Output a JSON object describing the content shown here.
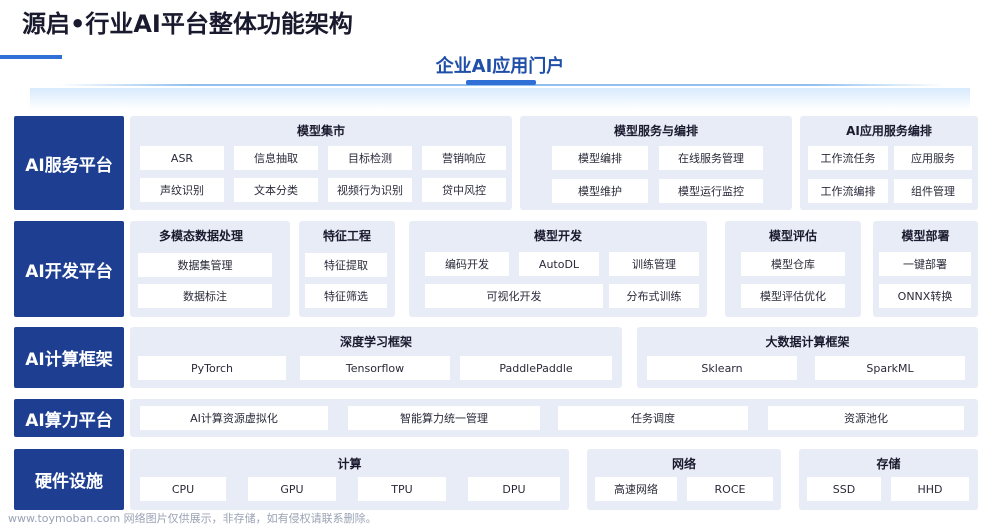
{
  "header": {
    "title": "源启•行业AI平台整体功能架构",
    "portal": "企业AI应用门户"
  },
  "layers": {
    "service": {
      "label": "AI服务平台",
      "market": {
        "title": "模型集市",
        "items": [
          "ASR",
          "信息抽取",
          "目标检测",
          "营销响应",
          "声纹识别",
          "文本分类",
          "视频行为识别",
          "贷中风控"
        ]
      },
      "model_service": {
        "title": "模型服务与编排",
        "items": [
          "模型编排",
          "在线服务管理",
          "模型维护",
          "模型运行监控"
        ]
      },
      "app_service": {
        "title": "AI应用服务编排",
        "items": [
          "工作流任务",
          "应用服务",
          "工作流编排",
          "组件管理"
        ]
      }
    },
    "dev": {
      "label": "AI开发平台",
      "multimodal": {
        "title": "多模态数据处理",
        "items": [
          "数据集管理",
          "数据标注"
        ]
      },
      "feature": {
        "title": "特征工程",
        "items": [
          "特征提取",
          "特征筛选"
        ]
      },
      "modeldev": {
        "title": "模型开发",
        "items": [
          "编码开发",
          "AutoDL",
          "训练管理",
          "可视化开发",
          "分布式训练"
        ]
      },
      "eval": {
        "title": "模型评估",
        "items": [
          "模型仓库",
          "模型评估优化"
        ]
      },
      "deploy": {
        "title": "模型部署",
        "items": [
          "一键部署",
          "ONNX转换"
        ]
      }
    },
    "compute_fw": {
      "label": "AI计算框架",
      "dl": {
        "title": "深度学习框架",
        "items": [
          "PyTorch",
          "Tensorflow",
          "PaddlePaddle"
        ]
      },
      "bigdata": {
        "title": "大数据计算框架",
        "items": [
          "Sklearn",
          "SparkML"
        ]
      }
    },
    "power": {
      "label": "AI算力平台",
      "items": [
        "AI计算资源虚拟化",
        "智能算力统一管理",
        "任务调度",
        "资源池化"
      ]
    },
    "hardware": {
      "label": "硬件设施",
      "compute": {
        "title": "计算",
        "items": [
          "CPU",
          "GPU",
          "TPU",
          "DPU"
        ]
      },
      "network": {
        "title": "网络",
        "items": [
          "高速网络",
          "ROCE"
        ]
      },
      "storage": {
        "title": "存储",
        "items": [
          "SSD",
          "HHD"
        ]
      }
    }
  },
  "watermark": "www.toymoban.com 网络图片仅供展示，非存储，如有侵权请联系删除。"
}
